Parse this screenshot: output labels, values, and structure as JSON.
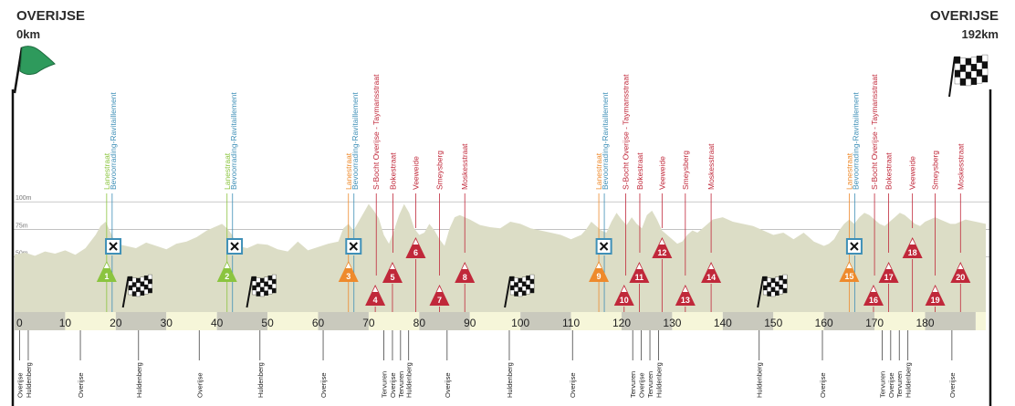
{
  "header": {
    "start_title": "OVERIJSE",
    "start_distance": "0km",
    "finish_title": "OVERIJSE",
    "finish_distance": "192km"
  },
  "colors": {
    "profile_fill": "#dcddc6",
    "band_dark": "#c9c9bd",
    "band_light": "#f6f6d9",
    "feed_green": "#8bc43f",
    "feed_orange": "#ee8a2c",
    "feed_blue": "#3e8fb7",
    "climb_red": "#c0283a",
    "grid": "#b9b9b9",
    "start_flag": "#2e9a5c"
  },
  "chart_data": {
    "type": "area",
    "title": "",
    "xlabel": "",
    "ylabel": "",
    "xlim": [
      0,
      192
    ],
    "ylim": [
      0,
      130
    ],
    "y_gridlines": [
      {
        "value": 100,
        "label": "100m"
      },
      {
        "value": 75,
        "label": "75m"
      },
      {
        "value": 50,
        "label": "50m"
      }
    ],
    "x_ticks": [
      {
        "value": 0,
        "label": "0"
      },
      {
        "value": 10,
        "label": "10"
      },
      {
        "value": 20,
        "label": "20"
      },
      {
        "value": 30,
        "label": "30"
      },
      {
        "value": 40,
        "label": "40"
      },
      {
        "value": 50,
        "label": "50"
      },
      {
        "value": 60,
        "label": "60"
      },
      {
        "value": 70,
        "label": "70"
      },
      {
        "value": 80,
        "label": "80"
      },
      {
        "value": 90,
        "label": "90"
      },
      {
        "value": 100,
        "label": "100"
      },
      {
        "value": 110,
        "label": "110"
      },
      {
        "value": 120,
        "label": "120"
      },
      {
        "value": 130,
        "label": "130"
      },
      {
        "value": 140,
        "label": "140"
      },
      {
        "value": 150,
        "label": "150"
      },
      {
        "value": 160,
        "label": "160"
      },
      {
        "value": 170,
        "label": "170"
      },
      {
        "value": 180,
        "label": "180"
      }
    ],
    "profile": {
      "x": [
        0,
        2,
        4,
        6,
        8,
        10,
        12,
        14,
        16,
        17,
        18,
        19,
        20,
        22,
        24,
        26,
        28,
        30,
        32,
        34,
        36,
        38,
        40,
        41,
        42,
        43,
        44,
        46,
        48,
        50,
        52,
        54,
        56,
        58,
        60,
        62,
        64,
        65,
        66,
        67,
        68,
        69,
        70,
        71,
        72,
        73,
        74,
        75,
        76,
        77,
        78,
        79,
        80,
        81,
        82,
        83,
        84,
        85,
        86,
        87,
        88,
        90,
        92,
        94,
        96,
        98,
        100,
        102,
        104,
        106,
        108,
        110,
        112,
        113,
        114,
        115,
        116,
        117,
        118,
        119,
        120,
        121,
        122,
        123,
        124,
        125,
        126,
        127,
        128,
        129,
        130,
        131,
        132,
        133,
        134,
        135,
        136,
        138,
        140,
        142,
        144,
        146,
        148,
        150,
        152,
        154,
        156,
        158,
        160,
        161,
        162,
        163,
        164,
        165,
        166,
        167,
        168,
        169,
        170,
        171,
        172,
        173,
        174,
        175,
        176,
        177,
        178,
        179,
        180,
        181,
        182,
        183,
        184,
        185,
        186,
        188,
        190,
        192
      ],
      "y": [
        52,
        54,
        51,
        55,
        53,
        56,
        52,
        58,
        70,
        78,
        82,
        72,
        62,
        60,
        58,
        63,
        60,
        57,
        62,
        64,
        68,
        74,
        78,
        80,
        76,
        70,
        60,
        58,
        62,
        61,
        57,
        55,
        64,
        56,
        59,
        62,
        64,
        76,
        80,
        74,
        82,
        90,
        98,
        92,
        85,
        70,
        62,
        74,
        88,
        98,
        90,
        76,
        70,
        72,
        80,
        74,
        66,
        60,
        76,
        86,
        88,
        84,
        79,
        77,
        76,
        82,
        80,
        76,
        74,
        72,
        70,
        66,
        70,
        75,
        82,
        78,
        74,
        72,
        82,
        90,
        84,
        79,
        86,
        80,
        76,
        88,
        92,
        84,
        74,
        70,
        66,
        62,
        64,
        70,
        74,
        72,
        76,
        84,
        86,
        82,
        80,
        78,
        74,
        70,
        72,
        66,
        72,
        64,
        60,
        62,
        66,
        74,
        80,
        84,
        80,
        86,
        90,
        88,
        84,
        80,
        78,
        82,
        86,
        90,
        88,
        84,
        80,
        78,
        82,
        84,
        86,
        84,
        82,
        80,
        80,
        84,
        82,
        80
      ],
      "fill": "#dcddc6"
    },
    "feed_zones": [
      {
        "id": "1",
        "km": 18.2,
        "zone_label": "Lanestraat",
        "feed_label": "Bevoorrading-Ravitaillement",
        "color": "#8bc43f"
      },
      {
        "id": "2",
        "km": 42.0,
        "zone_label": "Lanestraat",
        "feed_label": "Bevoorrading-Ravitaillement",
        "color": "#8bc43f"
      },
      {
        "id": "3",
        "km": 66.0,
        "zone_label": "Lanestraat",
        "feed_label": "Bevoorrading-Ravitaillement",
        "color": "#ee8a2c"
      },
      {
        "id": "9",
        "km": 115.5,
        "zone_label": "Lanestraat",
        "feed_label": "Bevoorrading-Ravitaillement",
        "color": "#ee8a2c"
      },
      {
        "id": "15",
        "km": 165.0,
        "zone_label": "Lanestraat",
        "feed_label": "Bevoorrading-Ravitaillement",
        "color": "#ee8a2c"
      }
    ],
    "feed_icon_kms": [
      19.5,
      43.5,
      67.0,
      116.5,
      166.0
    ],
    "climbs": [
      {
        "id": "4",
        "km": 71.3,
        "label": "S-Bocht Overijse - Taymansstraat",
        "label_km": 71.5,
        "row": "low"
      },
      {
        "id": "5",
        "km": 74.7,
        "label": "Bokestraat",
        "label_km": 74.8,
        "row": "mid"
      },
      {
        "id": "6",
        "km": 79.3,
        "label": "Veeweide",
        "label_km": 79.3,
        "row": "high"
      },
      {
        "id": "7",
        "km": 84.0,
        "label": "Smeysberg",
        "label_km": 84.0,
        "row": "low"
      },
      {
        "id": "8",
        "km": 89.0,
        "label": "Moskesstraat",
        "label_km": 89.0,
        "row": "mid"
      },
      {
        "id": "10",
        "km": 120.5,
        "label": "S-Bocht Overijse - Taymansstraat",
        "label_km": 120.8,
        "row": "low"
      },
      {
        "id": "11",
        "km": 123.5,
        "label": "Bokestraat",
        "label_km": 123.6,
        "row": "mid"
      },
      {
        "id": "12",
        "km": 128.0,
        "label": "Veeweide",
        "label_km": 128.0,
        "row": "high"
      },
      {
        "id": "13",
        "km": 132.6,
        "label": "Smeysberg",
        "label_km": 132.6,
        "row": "low"
      },
      {
        "id": "14",
        "km": 137.7,
        "label": "Moskesstraat",
        "label_km": 137.7,
        "row": "mid"
      },
      {
        "id": "16",
        "km": 169.8,
        "label": "S-Bocht Overijse - Taymansstraat",
        "label_km": 170.0,
        "row": "low"
      },
      {
        "id": "17",
        "km": 172.8,
        "label": "Bokestraat",
        "label_km": 172.8,
        "row": "mid"
      },
      {
        "id": "18",
        "km": 177.5,
        "label": "Veeweide",
        "label_km": 177.5,
        "row": "high"
      },
      {
        "id": "19",
        "km": 182.0,
        "label": "Smeysberg",
        "label_km": 182.0,
        "row": "low"
      },
      {
        "id": "20",
        "km": 187.0,
        "label": "Moskesstraat",
        "label_km": 187.0,
        "row": "mid"
      }
    ],
    "passage_flag_kms": [
      22.5,
      47.0,
      98.0,
      148.0
    ],
    "towns": [
      {
        "km": 1.0,
        "name": "Overijse"
      },
      {
        "km": 2.7,
        "name": "Huldenberg"
      },
      {
        "km": 13.0,
        "name": "Overijse"
      },
      {
        "km": 24.5,
        "name": "Huldenberg"
      },
      {
        "km": 36.5,
        "name": "Overijse"
      },
      {
        "km": 48.5,
        "name": "Huldenberg"
      },
      {
        "km": 61.0,
        "name": "Overijse"
      },
      {
        "km": 73.0,
        "name": "Tervuren"
      },
      {
        "km": 74.7,
        "name": "Overijse"
      },
      {
        "km": 76.3,
        "name": "Tervuren"
      },
      {
        "km": 77.9,
        "name": "Huldenberg"
      },
      {
        "km": 85.5,
        "name": "Overijse"
      },
      {
        "km": 97.8,
        "name": "Huldenberg"
      },
      {
        "km": 110.3,
        "name": "Overijse"
      },
      {
        "km": 122.2,
        "name": "Tervuren"
      },
      {
        "km": 123.9,
        "name": "Overijse"
      },
      {
        "km": 125.6,
        "name": "Tervuren"
      },
      {
        "km": 127.3,
        "name": "Huldenberg"
      },
      {
        "km": 147.2,
        "name": "Huldenberg"
      },
      {
        "km": 159.7,
        "name": "Overijse"
      },
      {
        "km": 171.5,
        "name": "Tervuren"
      },
      {
        "km": 173.2,
        "name": "Overijse"
      },
      {
        "km": 174.9,
        "name": "Tervuren"
      },
      {
        "km": 176.6,
        "name": "Huldenberg"
      },
      {
        "km": 185.3,
        "name": "Overijse"
      }
    ]
  }
}
